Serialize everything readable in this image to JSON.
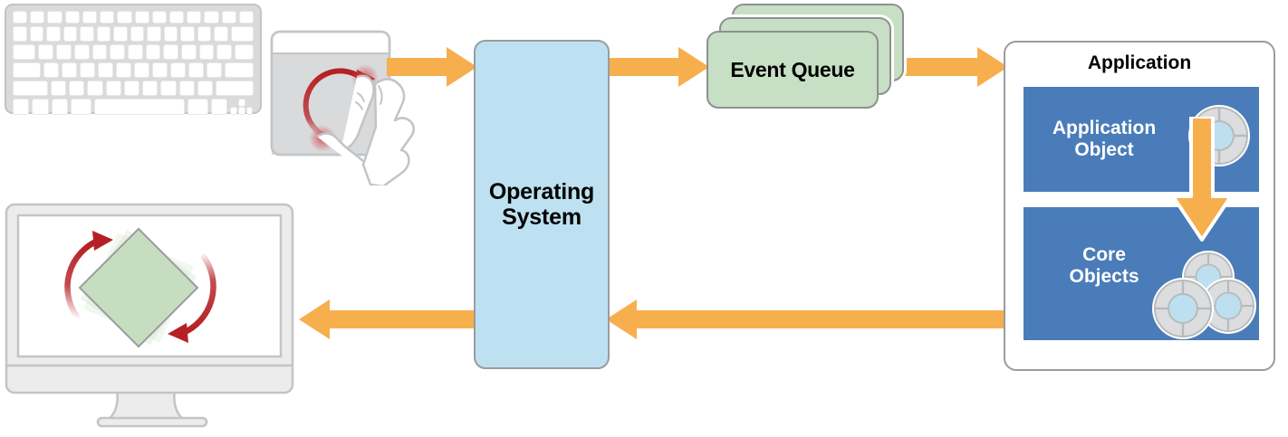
{
  "diagram": {
    "title": "Event handling flow: input device to operating system to application",
    "type": "flow-diagram",
    "colors": {
      "arrow_orange": "#f7af4e",
      "os_blue": "#bde1f0",
      "event_queue_green": "#c7dfc4",
      "app_panel_blue": "#4a7cb9",
      "gesture_red": "#b52025",
      "device_gray": "#d9dadb",
      "border_gray": "#9a9c9f",
      "shape_green": "#c6ddc0"
    }
  },
  "nodes": {
    "keyboard": {
      "name": "Keyboard",
      "rows": 6
    },
    "trackpad": {
      "name": "Trackpad",
      "gesture": "two-finger rotation"
    },
    "monitor": {
      "name": "Display",
      "content": "rotating square"
    },
    "operating_system": {
      "label_line1": "Operating",
      "label_line2": "System"
    },
    "event_queue": {
      "label": "Event Queue",
      "card_count": 3
    },
    "application": {
      "title": "Application",
      "panels": [
        {
          "label_line1": "Application",
          "label_line2": "Object",
          "object_count": 1
        },
        {
          "label_line1": "Core",
          "label_line2": "Objects",
          "object_count": 3
        }
      ]
    }
  },
  "arrows": [
    {
      "id": "trackpad-to-os",
      "direction": "right"
    },
    {
      "id": "os-to-event-queue",
      "direction": "right"
    },
    {
      "id": "event-queue-to-application",
      "direction": "right"
    },
    {
      "id": "application-object-to-core-objects",
      "direction": "down"
    },
    {
      "id": "application-to-os",
      "direction": "left"
    },
    {
      "id": "os-to-monitor",
      "direction": "left"
    }
  ]
}
